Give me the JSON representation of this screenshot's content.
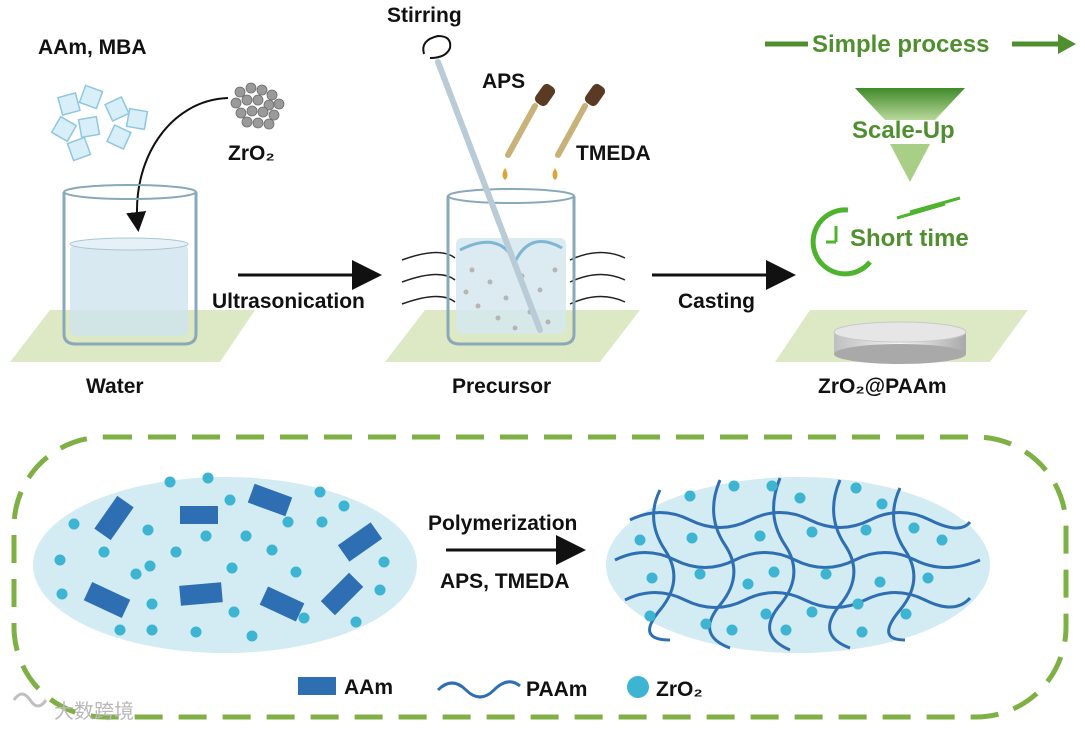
{
  "top": {
    "reagents_label": "AAm, MBA",
    "zro2_label": "ZrO₂",
    "stirring_label": "Stirring",
    "aps_label": "APS",
    "tmeda_label": "TMEDA",
    "step1_label": "Ultrasonication",
    "step2_label": "Casting",
    "beaker1_label": "Water",
    "beaker2_label": "Precursor",
    "product_label": "ZrO₂@PAAm"
  },
  "advantages": {
    "simple": "Simple process",
    "scaleup": "Scale-Up",
    "short": "Short time"
  },
  "bottom": {
    "reaction_label": "Polymerization",
    "reaction_agents": "APS, TMEDA"
  },
  "legend": [
    {
      "label": "AAm"
    },
    {
      "label": "PAAm"
    },
    {
      "label": "ZrO₂"
    }
  ],
  "watermark": "大数跨境",
  "colors": {
    "accent_green": "#4f8f2f",
    "monomer_blue": "#2e6fb3",
    "particle_cyan": "#3cb4d2",
    "ellipse_fill": "#d3ebf2",
    "pad_green": "#dde9c4"
  }
}
